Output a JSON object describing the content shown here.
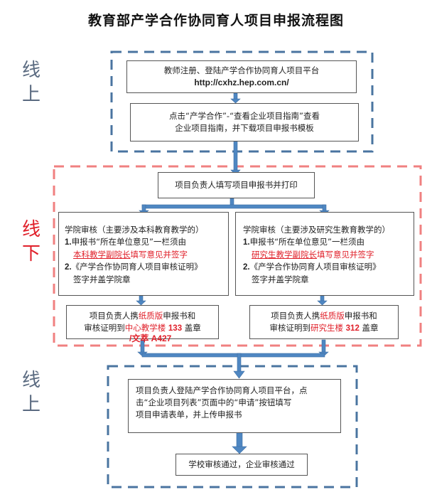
{
  "title": "教育部产学合作协同育人项目申报流程图",
  "stages": {
    "online1": {
      "line1": "线",
      "line2": "上"
    },
    "offline": {
      "line1": "线",
      "line2": "下"
    },
    "online2": {
      "line1": "线",
      "line2": "上"
    }
  },
  "colors": {
    "online_frame": "#4a74a0",
    "offline_frame": "#f08080",
    "arrow": "#4f87c2",
    "highlight": "#e0202a"
  },
  "steps": {
    "register": {
      "text": "教师注册、登陆产学合作协同育人项目平台",
      "url": "http://cxhz.hep.com.cn/"
    },
    "guide": {
      "line1": "点击“产学合作”-“查看企业项目指南”查看",
      "line2": "企业项目指南，并下载项目申报书模板"
    },
    "fill_print": {
      "text": "项目负责人填写项目申报书并打印"
    },
    "college_undergrad": {
      "heading": "学院审核（主要涉及本科教育教学的）",
      "item1_prefix": "1.",
      "item1_text": "申报书“所在单位意见”一栏须由",
      "item1_highlight_underlined": "本科教学副院长",
      "item1_highlight": "填写意见并签字",
      "item2_prefix": "2.",
      "item2_text": "《产学合作协同育人项目审核证明》",
      "item2_cont": "签字并盖学院章"
    },
    "college_grad": {
      "heading": "学院审核（主要涉及研究生教育教学的）",
      "item1_prefix": "1.",
      "item1_text": "申报书“所在单位意见”一栏须由",
      "item1_highlight_underlined": "研究生教学副院长",
      "item1_highlight": "填写意见并签字",
      "item2_prefix": "2.",
      "item2_text": "《产学合作协同育人项目审核证明》",
      "item2_cont": "签字并盖学院章"
    },
    "stamp_undergrad": {
      "line1_a": "项目负责人携",
      "line1_red": "纸质版",
      "line1_b": "申报书和",
      "line2_a": "审核证明到",
      "line2_red": "中心教学楼",
      "line2_num": "133",
      "line2_b": "盖章",
      "overflow": "/文萃 A427"
    },
    "stamp_grad": {
      "line1_a": "项目负责人携",
      "line1_red": "纸质版",
      "line1_b": "申报书和",
      "line2_a": "审核证明到",
      "line2_red": "研究生楼",
      "line2_num": "312",
      "line2_b": "盖章"
    },
    "apply_online": {
      "line1": "项目负责人登陆产学合作协同育人项目平台，点",
      "line2": "击“企业项目列表”页面中的“申请”按钮填写",
      "line3": "项目申请表单，并上传申报书"
    },
    "approved": {
      "text": "学校审核通过，企业审核通过"
    }
  }
}
